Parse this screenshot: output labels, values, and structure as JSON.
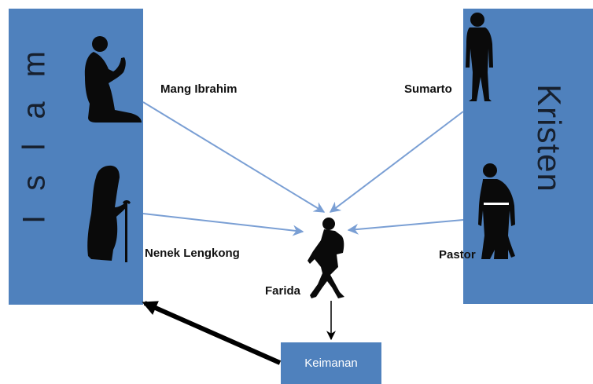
{
  "blocks": {
    "islam": "I s l a m",
    "kristen": "Kristen",
    "keimanan": "Keimanan"
  },
  "people": {
    "mang_ibrahim": "Mang Ibrahim",
    "sumarto": "Sumarto",
    "nenek_lengkong": "Nenek Lengkong",
    "pastor": "Pastor",
    "farida": "Farida"
  },
  "colors": {
    "block": "#4f81bd",
    "arrow": "#7a9fd4",
    "main_arrow": "#000000",
    "silhouette": "#0a0a0a"
  },
  "icons": [
    "praying-man-icon",
    "standing-man-icon",
    "old-woman-with-cane-icon",
    "priest-icon",
    "walking-girl-icon"
  ]
}
